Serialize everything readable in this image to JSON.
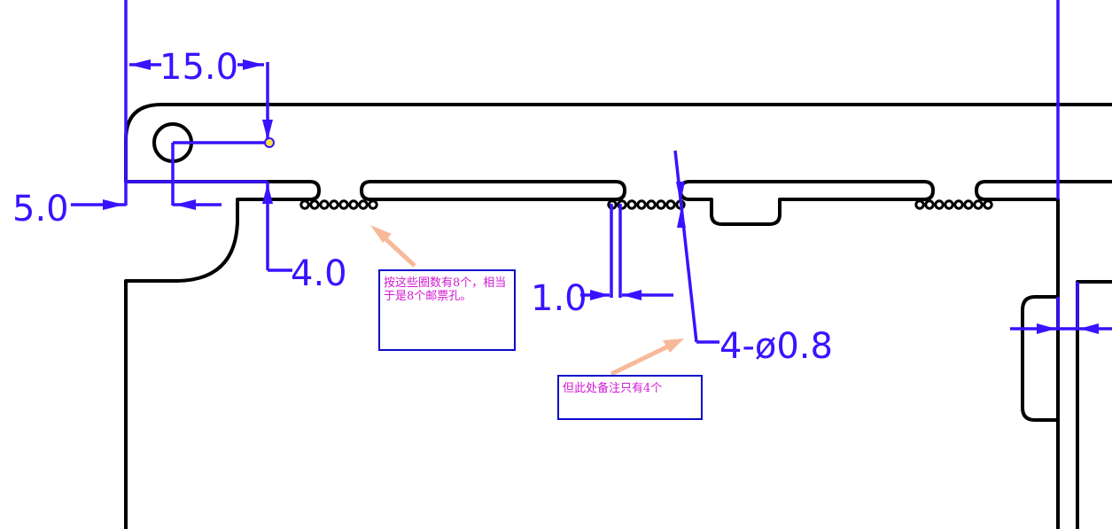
{
  "colors": {
    "outline": "#000000",
    "dimension": "#3a12ff",
    "note_border": "#0a0acc",
    "note_text": "#d21ad2",
    "leader_arrow": "#f8b99a",
    "marker": "#f5e24a"
  },
  "dimensions": {
    "d15": "15.0",
    "d5": "5.0",
    "d4": "4.0",
    "d1": "1.0",
    "hole": "4-ø0.8"
  },
  "notes": {
    "note1": "按这些圈数有8个，相当于是8个邮票孔。",
    "note2": "但此处备注只有4个"
  },
  "perforation_groups": [
    8,
    8,
    8
  ]
}
